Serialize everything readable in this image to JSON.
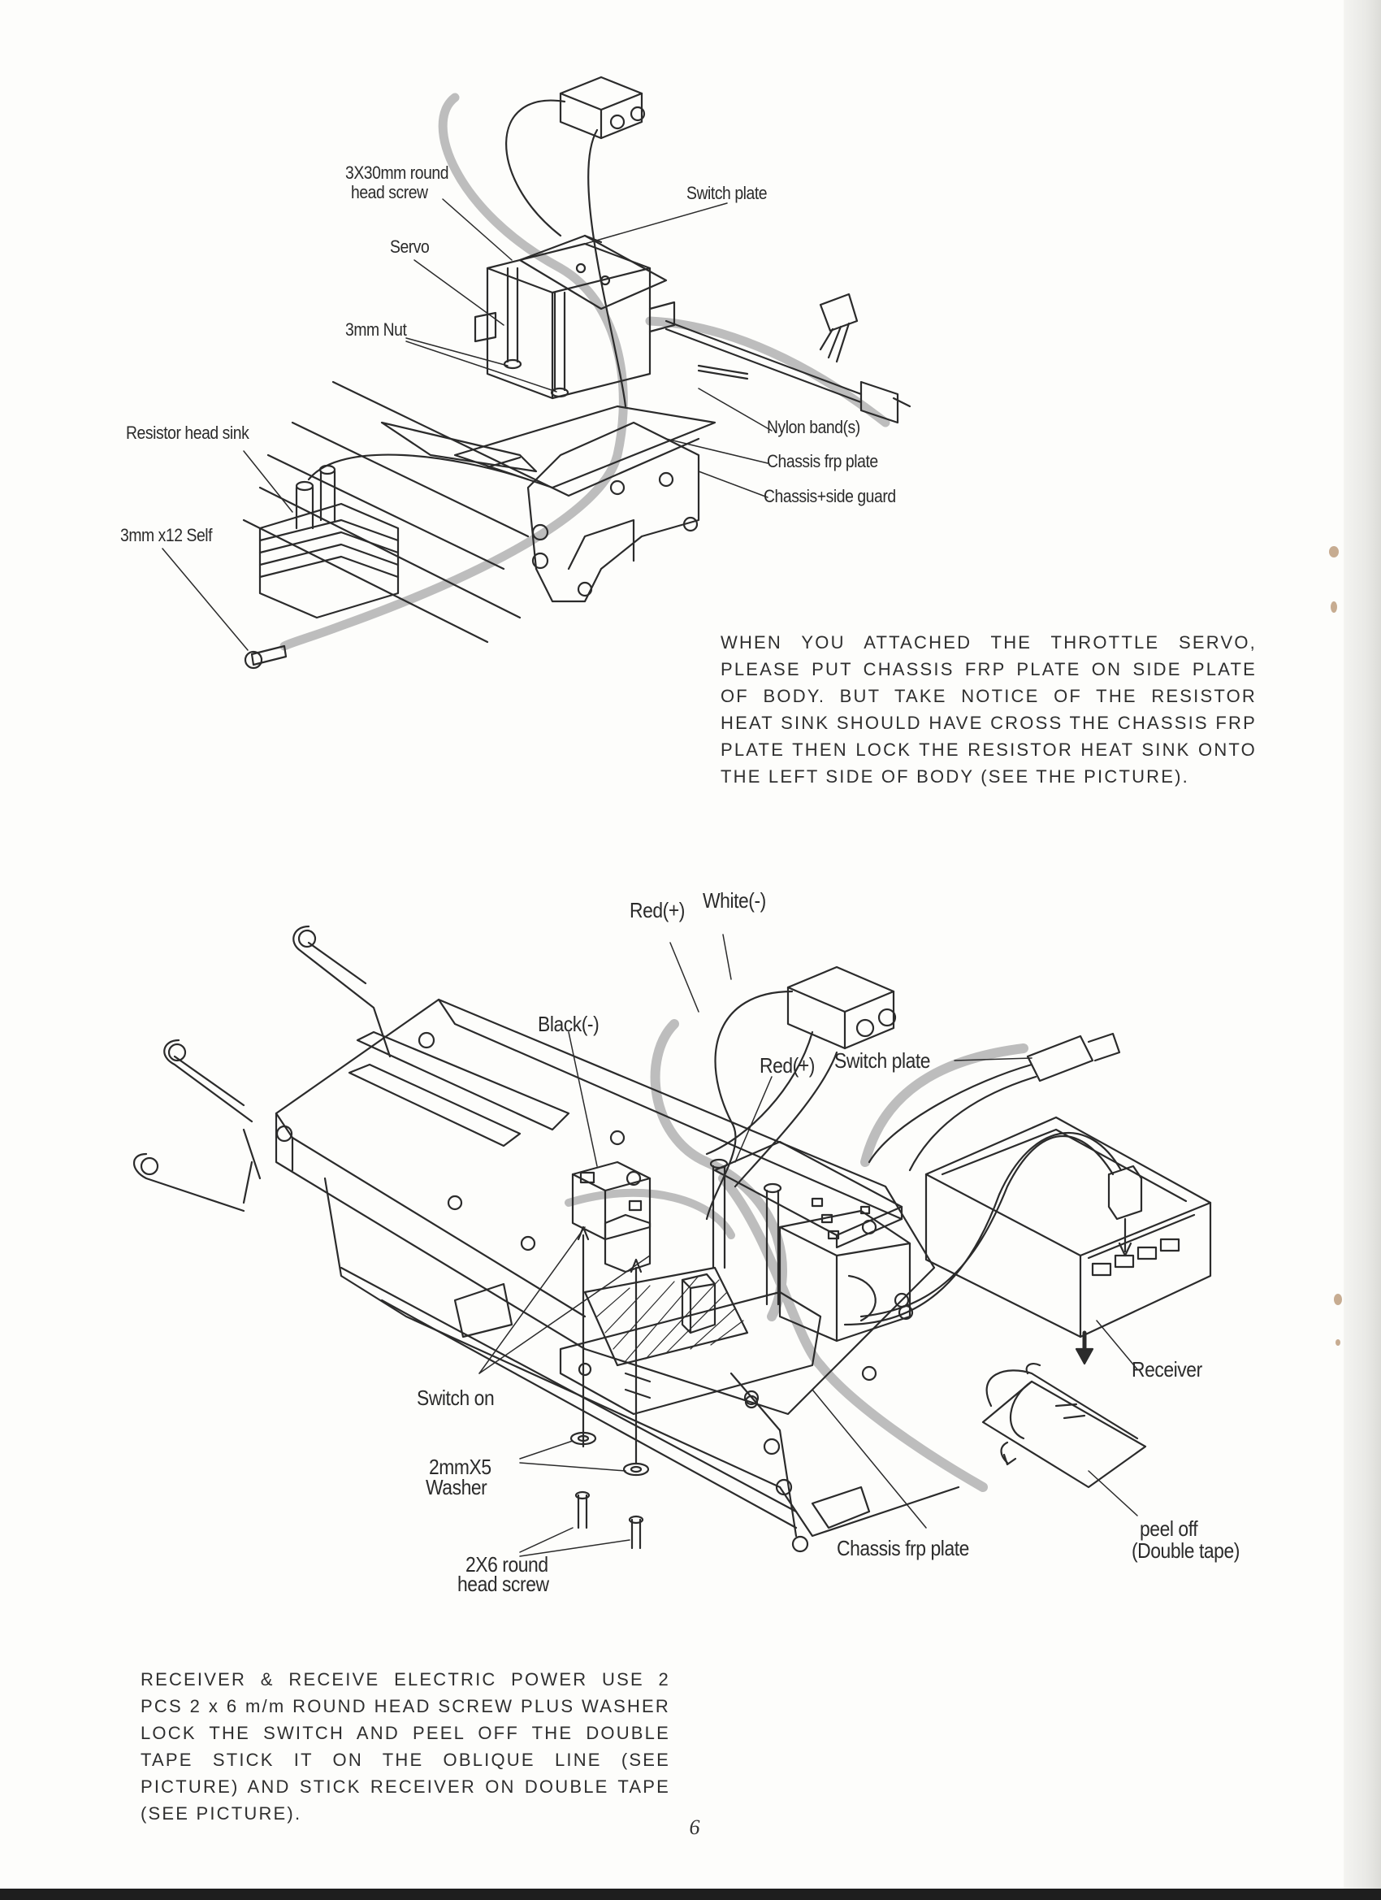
{
  "figure1": {
    "labels": {
      "screw_3x30_line1": "3X30mm round",
      "screw_3x30_line2": "head screw",
      "switch_plate": "Switch plate",
      "servo": "Servo",
      "nut_3mm": "3mm Nut",
      "resistor_heat_sink": "Resistor head sink",
      "self_tapping_3x12": "3mm x12 Self",
      "nylon_bands": "Nylon band(s)",
      "chassis_frp_plate": "Chassis frp plate",
      "chassis_side_guard": "Chassis+side guard"
    },
    "instruction": "WHEN YOU ATTACHED THE THROTTLE SERVO, PLEASE PUT CHASSIS FRP PLATE ON SIDE PLATE OF BODY. BUT TAKE NOTICE OF THE RESISTOR HEAT SINK SHOULD HAVE CROSS THE CHASSIS FRP PLATE THEN LOCK THE RESISTOR HEAT SINK ONTO THE LEFT SIDE OF BODY (SEE THE PICTURE)."
  },
  "figure2": {
    "labels": {
      "red_plus_top": "Red(+)",
      "white_minus": "White(-)",
      "black_minus": "Black(-)",
      "red_plus_switch": "Red(+)",
      "switch_plate": "Switch plate",
      "receiver": "Receiver",
      "switch_on": "Switch on",
      "washer_line1": "2mmX5",
      "washer_line2": "Washer",
      "screw_2x6_line1": "2X6 round",
      "screw_2x6_line2": "head screw",
      "chassis_frp_plate": "Chassis frp plate",
      "peel_off_line1": "peel off",
      "peel_off_line2": "(Double tape)"
    },
    "instruction": "RECEIVER & RECEIVE ELECTRIC POWER USE 2 PCS 2 x 6 m/m ROUND HEAD SCREW PLUS WASHER LOCK THE SWITCH AND PEEL OFF THE DOUBLE TAPE STICK IT ON THE OBLIQUE LINE (SEE PICTURE) AND STICK RECEIVER ON DOUBLE TAPE (SEE PICTURE)."
  },
  "page_number": "6"
}
